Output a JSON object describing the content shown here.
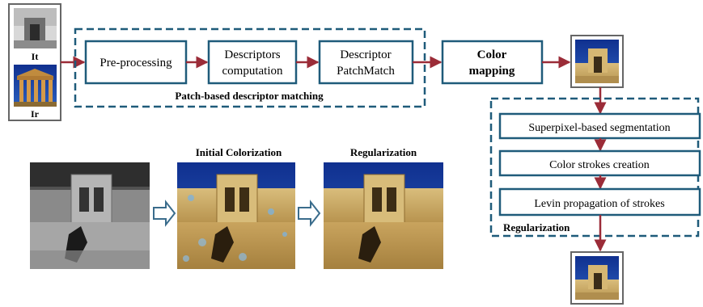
{
  "inputs": {
    "target_label": "It",
    "reference_label": "Ir"
  },
  "pipeline": {
    "preprocessing": "Pre-processing",
    "descriptors_line1": "Descriptors",
    "descriptors_line2": "computation",
    "patchmatch_line1": "Descriptor",
    "patchmatch_line2": "PatchMatch",
    "matching_group_label": "Patch-based descriptor matching",
    "color_mapping_line1": "Color",
    "color_mapping_line2": "mapping"
  },
  "regularization_steps": {
    "segmentation": "Superpixel-based segmentation",
    "strokes": "Color strokes creation",
    "levin": "Levin propagation of strokes",
    "group_label": "Regularization"
  },
  "examples": {
    "initial_title": "Initial Colorization",
    "regularized_title": "Regularization"
  },
  "colors": {
    "box_stroke": "#1f5b7a",
    "arrow_red": "#9b2c38",
    "arrow_blue_outline": "#3a6c8c",
    "dash_stroke": "#1f5b7a",
    "frame_gray": "#666666",
    "sky_blue": "#1a3a9c",
    "stone_sand": "#cfae6a"
  }
}
